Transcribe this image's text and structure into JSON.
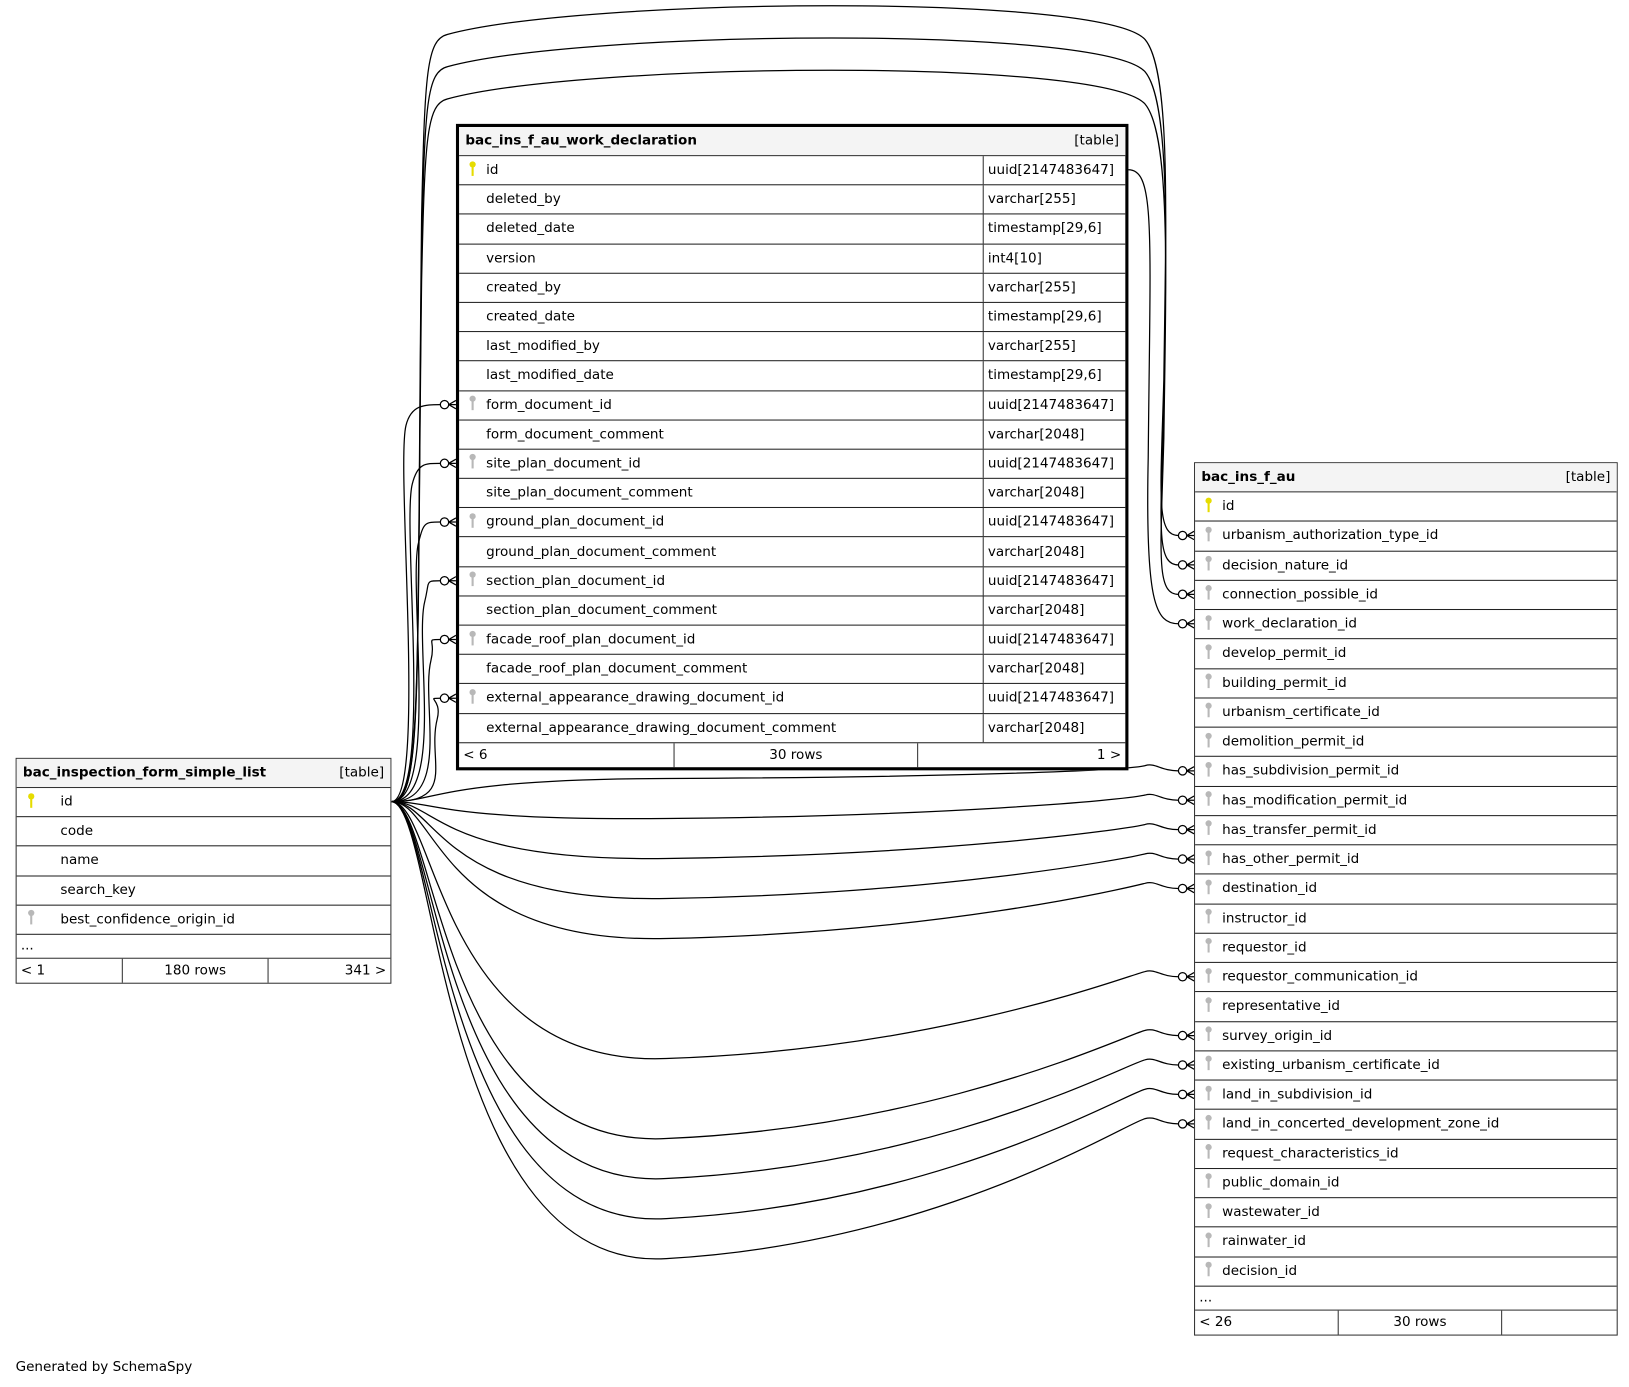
{
  "tables": [
    {
      "id": "t-left",
      "name": "bac_inspection_form_simple_list",
      "kind": "[table]",
      "focus": false,
      "columns": [
        {
          "name": "id",
          "key": "pk"
        },
        {
          "name": "code",
          "key": ""
        },
        {
          "name": "name",
          "key": ""
        },
        {
          "name": "search_key",
          "key": ""
        },
        {
          "name": "best_confidence_origin_id",
          "key": "fk"
        }
      ],
      "more": "...",
      "footer": [
        "< 1",
        "180 rows",
        "341 >"
      ]
    },
    {
      "id": "t-mid",
      "name": "bac_ins_f_au_work_declaration",
      "kind": "[table]",
      "focus": true,
      "columns": [
        {
          "name": "id",
          "type": "uuid[2147483647]",
          "key": "pk"
        },
        {
          "name": "deleted_by",
          "type": "varchar[255]",
          "key": ""
        },
        {
          "name": "deleted_date",
          "type": "timestamp[29,6]",
          "key": ""
        },
        {
          "name": "version",
          "type": "int4[10]",
          "key": ""
        },
        {
          "name": "created_by",
          "type": "varchar[255]",
          "key": ""
        },
        {
          "name": "created_date",
          "type": "timestamp[29,6]",
          "key": ""
        },
        {
          "name": "last_modified_by",
          "type": "varchar[255]",
          "key": ""
        },
        {
          "name": "last_modified_date",
          "type": "timestamp[29,6]",
          "key": ""
        },
        {
          "name": "form_document_id",
          "type": "uuid[2147483647]",
          "key": "fk"
        },
        {
          "name": "form_document_comment",
          "type": "varchar[2048]",
          "key": ""
        },
        {
          "name": "site_plan_document_id",
          "type": "uuid[2147483647]",
          "key": "fk"
        },
        {
          "name": "site_plan_document_comment",
          "type": "varchar[2048]",
          "key": ""
        },
        {
          "name": "ground_plan_document_id",
          "type": "uuid[2147483647]",
          "key": "fk"
        },
        {
          "name": "ground_plan_document_comment",
          "type": "varchar[2048]",
          "key": ""
        },
        {
          "name": "section_plan_document_id",
          "type": "uuid[2147483647]",
          "key": "fk"
        },
        {
          "name": "section_plan_document_comment",
          "type": "varchar[2048]",
          "key": ""
        },
        {
          "name": "facade_roof_plan_document_id",
          "type": "uuid[2147483647]",
          "key": "fk"
        },
        {
          "name": "facade_roof_plan_document_comment",
          "type": "varchar[2048]",
          "key": ""
        },
        {
          "name": "external_appearance_drawing_document_id",
          "type": "uuid[2147483647]",
          "key": "fk"
        },
        {
          "name": "external_appearance_drawing_document_comment",
          "type": "varchar[2048]",
          "key": ""
        }
      ],
      "footer": [
        "< 6",
        "30 rows",
        "1 >"
      ]
    },
    {
      "id": "t-right",
      "name": "bac_ins_f_au",
      "kind": "[table]",
      "focus": false,
      "columns": [
        {
          "name": "id",
          "key": "pk"
        },
        {
          "name": "urbanism_authorization_type_id",
          "key": "fk"
        },
        {
          "name": "decision_nature_id",
          "key": "fk"
        },
        {
          "name": "connection_possible_id",
          "key": "fk"
        },
        {
          "name": "work_declaration_id",
          "key": "fk"
        },
        {
          "name": "develop_permit_id",
          "key": "fk"
        },
        {
          "name": "building_permit_id",
          "key": "fk"
        },
        {
          "name": "urbanism_certificate_id",
          "key": "fk"
        },
        {
          "name": "demolition_permit_id",
          "key": "fk"
        },
        {
          "name": "has_subdivision_permit_id",
          "key": "fk"
        },
        {
          "name": "has_modification_permit_id",
          "key": "fk"
        },
        {
          "name": "has_transfer_permit_id",
          "key": "fk"
        },
        {
          "name": "has_other_permit_id",
          "key": "fk"
        },
        {
          "name": "destination_id",
          "key": "fk"
        },
        {
          "name": "instructor_id",
          "key": "fk"
        },
        {
          "name": "requestor_id",
          "key": "fk"
        },
        {
          "name": "requestor_communication_id",
          "key": "fk"
        },
        {
          "name": "representative_id",
          "key": "fk"
        },
        {
          "name": "survey_origin_id",
          "key": "fk"
        },
        {
          "name": "existing_urbanism_certificate_id",
          "key": "fk"
        },
        {
          "name": "land_in_subdivision_id",
          "key": "fk"
        },
        {
          "name": "land_in_concerted_development_zone_id",
          "key": "fk"
        },
        {
          "name": "request_characteristics_id",
          "key": "fk"
        },
        {
          "name": "public_domain_id",
          "key": "fk"
        },
        {
          "name": "wastewater_id",
          "key": "fk"
        },
        {
          "name": "rainwater_id",
          "key": "fk"
        },
        {
          "name": "decision_id",
          "key": "fk"
        }
      ],
      "more": "...",
      "footer": [
        "< 26",
        "30 rows",
        ""
      ]
    }
  ],
  "relationships": [
    {
      "from": "t-left",
      "to": "t-mid",
      "col": 8
    },
    {
      "from": "t-left",
      "to": "t-mid",
      "col": 10
    },
    {
      "from": "t-left",
      "to": "t-mid",
      "col": 12
    },
    {
      "from": "t-left",
      "to": "t-mid",
      "col": 14
    },
    {
      "from": "t-left",
      "to": "t-mid",
      "col": 16
    },
    {
      "from": "t-left",
      "to": "t-mid",
      "col": 18
    },
    {
      "from": "t-left",
      "to": "t-right",
      "col": 1,
      "over": true
    },
    {
      "from": "t-left",
      "to": "t-right",
      "col": 2,
      "over": true
    },
    {
      "from": "t-left",
      "to": "t-right",
      "col": 3,
      "over": true
    },
    {
      "from": "t-mid",
      "to": "t-right",
      "col": 4
    },
    {
      "from": "t-left",
      "to": "t-right",
      "col": 9
    },
    {
      "from": "t-left",
      "to": "t-right",
      "col": 10
    },
    {
      "from": "t-left",
      "to": "t-right",
      "col": 11
    },
    {
      "from": "t-left",
      "to": "t-right",
      "col": 12
    },
    {
      "from": "t-left",
      "to": "t-right",
      "col": 13
    },
    {
      "from": "t-left",
      "to": "t-right",
      "col": 16
    },
    {
      "from": "t-left",
      "to": "t-right",
      "col": 18
    },
    {
      "from": "t-left",
      "to": "t-right",
      "col": 19
    },
    {
      "from": "t-left",
      "to": "t-right",
      "col": 20
    },
    {
      "from": "t-left",
      "to": "t-right",
      "col": 21
    }
  ],
  "generated_by": "Generated by SchemaSpy",
  "colors": {
    "pk_key": "#e6dc00",
    "fk_key": "#b8b8b8",
    "header_bg": "#f4f4f4"
  }
}
